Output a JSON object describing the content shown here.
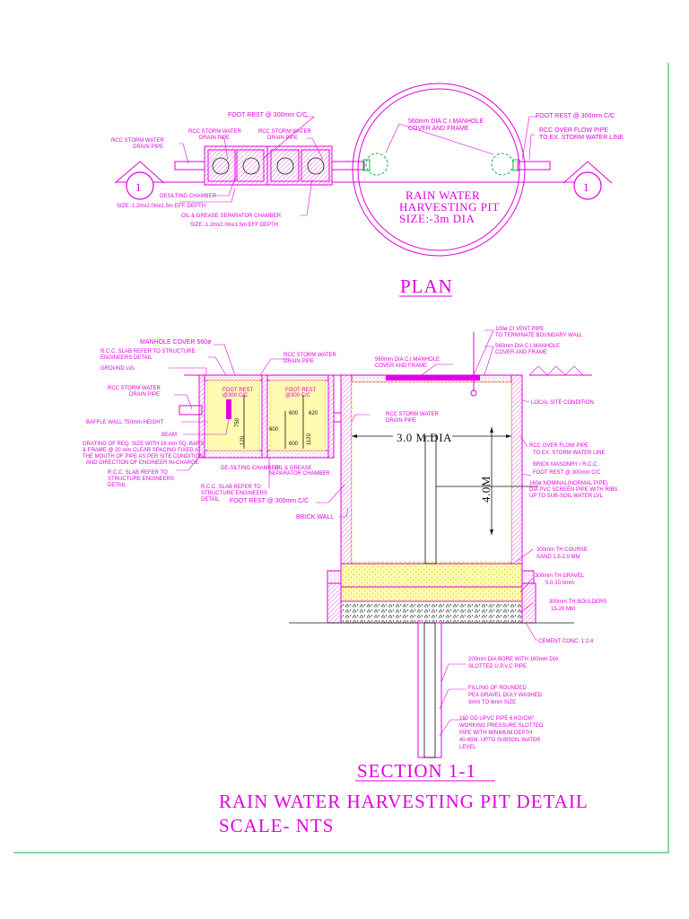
{
  "plan": {
    "title": "PLAN",
    "section_marker": "1",
    "labels": {
      "foot_rest_left": "FOOT REST @ 300mm C/C",
      "foot_rest_right": "FOOT REST @ 300mm C/C",
      "manhole": [
        "560mm DIA C.I.MANHOLE",
        "COVER AND FRAME"
      ],
      "overflow": [
        "RCC OVER FLOW PIPE",
        "TO EX. STORM WATER LINE"
      ],
      "rcc_pipe_1": [
        "RCC STORM WATER",
        "DRAIN PIPE"
      ],
      "rcc_pipe_2": [
        "RCC STORM WATER",
        "DRAIN PIPE"
      ],
      "desilting": [
        "DESILTING CHAMBER",
        "SIZE:-1.2mx2.0mx1.5m  EFF. DEPTH"
      ],
      "oil_grease": [
        "OIL & GREASE SEPARATOR CHAMBER",
        "SIZE:-1.2mx2.0mx1.5m  EFF DEPTH"
      ],
      "pit": [
        "RAIN WATER",
        "HARVESTING PIT",
        "SIZE:-3m DIA"
      ]
    }
  },
  "section": {
    "title": "SECTION 1-1",
    "labels_left": {
      "manhole_cover": "MANHOLE COVER 560ø",
      "rcc_slab": [
        "R.C.C. SLAB REFER TO STRUCTURE",
        "ENGINEERS DETAIL"
      ],
      "ground_lvl": "GROUND LVL",
      "rcc_pipe": [
        "RCC STORM WATER",
        "DRAIN PIPE"
      ],
      "rcc_pipe_2": [
        "RCC STORM WATER",
        "DRAIN PIPE"
      ],
      "baffle": "BAFFLE WALL 750mm HEIGHT",
      "beam": "BEAM",
      "grating": [
        "GRATING OF REQ. SIZE WITH 16 mm SQ. BARS",
        "& FRAME @ 20 mm CLEAR SPACING FIXED AT",
        "THE MOUTH OF PIPE AS PER SITE CONDITION",
        "AND DIRECTION OF ENGINEER IN-CHARGE"
      ],
      "rcc_slab_bottom": [
        "R.C.C. SLAB REFER TO",
        "STRUCTURE ENGINEERS",
        "DETAIL"
      ],
      "rcc_slab_bottom2": [
        "R.C.C. SLAB REFER TO",
        "STRUCTURE ENGINEERS",
        "DETAIL"
      ],
      "desilting": "DE-SILTING CHAMBER",
      "oil_grease": [
        "OIL & GREASE",
        "SEPARATOR CHAMBER"
      ],
      "foot_rest": "FOOT REST @ 300mm C/C",
      "brick_wall": "BRICK WALL",
      "foot_rest_small": [
        "FOOT REST",
        "@300 C/C"
      ]
    },
    "dims": {
      "d600a": "600",
      "d620": "620",
      "d600b": "600",
      "d600c": "600",
      "d120": "120",
      "d750": "750",
      "d1120": "1120",
      "dia": "3.0 M.DIA",
      "depth": "4.0M"
    },
    "labels_right": {
      "vent_pipe": [
        "100ø CI VENT PIPE",
        "TO TERMINATE BOUNDARY WALL"
      ],
      "manhole_r": [
        "560mm DIA C.I.MANHOLE",
        "COVER AND FRAME"
      ],
      "manhole_l": [
        "560mm DIA C.I.MANHOLE",
        "COVER AND FRAME"
      ],
      "local_site": "LOCAL SITE CONDITION",
      "overflow": [
        "RCC OVER FLOW PIPE",
        "TO EX. STORM WATER LINE"
      ],
      "brick_masonry": "BRICK MASONRY / R.C.C.",
      "foot_rest": "FOOT REST @ 300mm C/C",
      "screen_pipe": [
        "160ø NOMINAL(NORMAL PIPE)",
        "DIA PVC SCREEN PIPE WITH RIBS",
        "UP TO SUB-SOIL WATER LVL"
      ],
      "sand": [
        "300mm TH COURSE",
        "SAND 1.5-2.0 MM"
      ],
      "gravel": [
        "300mm TH GRAVEL",
        "5.0-10.0mm"
      ],
      "boulders": [
        "300mm TH BOULDERS",
        "15-20 MM"
      ],
      "cement": "CEMENT CONC. 1:2:4",
      "bore": [
        "200mm DIA BORE WITH 160mm DIA",
        "SLOTTED U.P.V.C PIPE"
      ],
      "filling": [
        "FILLING OF ROUNDED",
        "PEA GRAVEL DULY WASHED",
        "3mm TO 6mm SIZE"
      ],
      "upvc": [
        "160 OD UPVC PIPE 6 KG/CM²",
        "WORKING PRESSURE SLOTTED",
        "PIPE WITH MINIMUM DEPTH",
        "40-45M. UPTO SUBSOIL WATER",
        "LEVEL"
      ]
    }
  },
  "footer": {
    "title": "RAIN WATER HARVESTING PIT DETAIL",
    "scale": "SCALE- NTS"
  },
  "colors": {
    "line": "#e000e0",
    "border": "#19b24a",
    "sand": "#fffbb0",
    "dim": "#d8c800"
  }
}
